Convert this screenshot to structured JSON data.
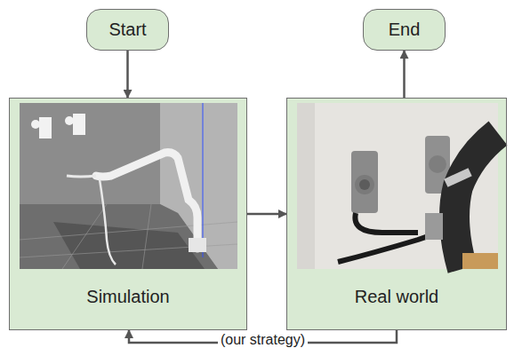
{
  "diagram": {
    "nodes": [
      {
        "text": [
          "Start"
        ]
      },
      {
        "text": [
          "End"
        ]
      },
      {
        "text": [
          "Simulation"
        ]
      },
      {
        "text": [
          "Real world"
        ]
      }
    ],
    "edges": [
      {
        "from": 0,
        "to": 2,
        "arrow": "to"
      },
      {
        "from": 2,
        "to": 3,
        "arrow": "to"
      },
      {
        "from": 3,
        "to": 1,
        "arrow": "to"
      },
      {
        "from": 3,
        "to": 2,
        "label": "(our strategy)",
        "arrow": "to"
      }
    ]
  }
}
